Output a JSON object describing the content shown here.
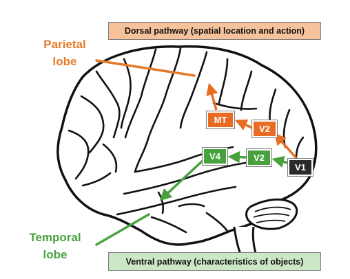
{
  "banners": {
    "dorsal": "Dorsal pathway (spatial location and action)",
    "ventral": "Ventral pathway (characteristics of objects)"
  },
  "lobes": {
    "parietal_line1": "Parietal",
    "parietal_line2": "lobe",
    "temporal_line1": "Temporal",
    "temporal_line2": "lobe"
  },
  "areas": {
    "mt": "MT",
    "v2_dorsal": "V2",
    "v4": "V4",
    "v2_ventral": "V2",
    "v1": "V1"
  },
  "colors": {
    "dorsal": "#e86d22",
    "ventral": "#47a23e",
    "v1": "#2a2a2a",
    "dorsal_banner": "#f6c29b",
    "ventral_banner": "#cce7c5"
  }
}
